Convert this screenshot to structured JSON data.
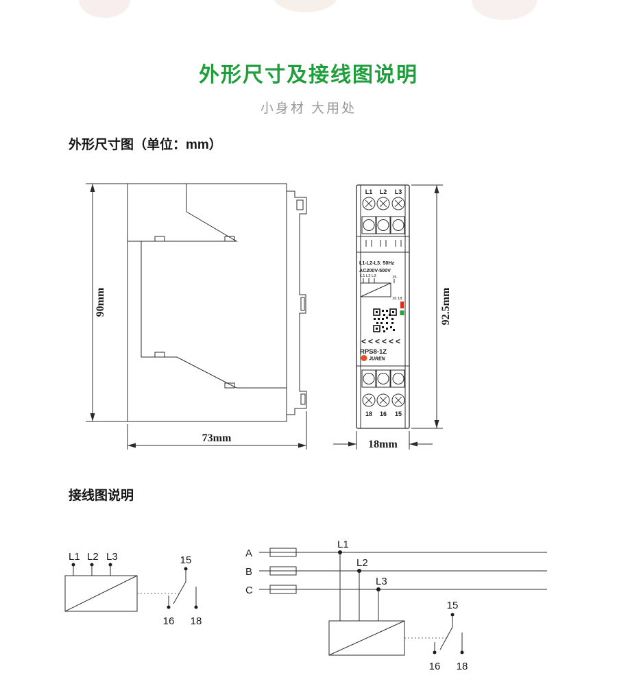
{
  "colors": {
    "title_green": "#1f9e3c",
    "led_red": "#dd2b1c",
    "led_green": "#2e9e43",
    "brand_orange": "#e2541f"
  },
  "header": {
    "title": "外形尺寸及接线图说明",
    "subtitle": "小身材 大用处"
  },
  "sections": {
    "dimensions_heading": "外形尺寸图（单位：mm）",
    "wiring_heading": "接线图说明"
  },
  "side_view": {
    "height_label": "90mm",
    "width_label": "73mm"
  },
  "front_view": {
    "height_label": "92.5mm",
    "width_label": "18mm",
    "top_terminals": [
      "L1",
      "L2",
      "L3"
    ],
    "bottom_terminals": [
      "18",
      "16",
      "15"
    ],
    "spec_line1": "L1-L2-L3: 50Hz",
    "spec_line2": "AC200V-500V",
    "mini_diagram": {
      "inputs": "L1 L2 L3",
      "out_top": "15",
      "out_bottom": "16 18"
    },
    "vents": "<<<<<<",
    "model": "RPS8-1Z",
    "brand": "JUREN"
  },
  "wiring_simple": {
    "inputs": [
      "L1",
      "L2",
      "L3"
    ],
    "contacts": {
      "common": "15",
      "nc": "16",
      "no": "18"
    }
  },
  "wiring_three_phase": {
    "phases": [
      "A",
      "B",
      "C"
    ],
    "taps": [
      "L1",
      "L2",
      "L3"
    ],
    "contacts": {
      "common": "15",
      "nc": "16",
      "no": "18"
    }
  }
}
